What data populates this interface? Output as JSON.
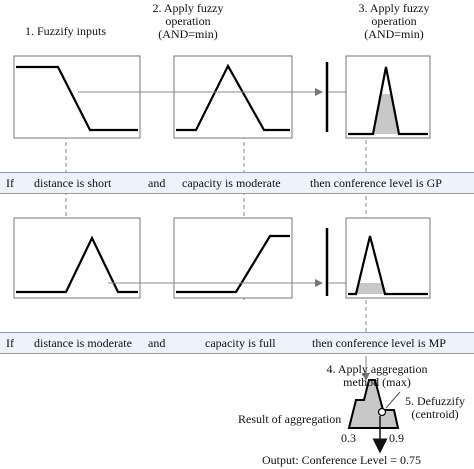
{
  "steps": {
    "fuzzify": "1. Fuzzify inputs",
    "apply_op_line1": "2. Apply fuzzy",
    "apply_op_line2": "operation",
    "apply_op_line3": "(AND=min)",
    "apply_imp_line1": "3. Apply fuzzy",
    "apply_imp_line2": "operation",
    "apply_imp_line3": "(AND=min)",
    "aggregate_line1": "4. Apply aggregation",
    "aggregate_line2": "method (max)",
    "defuzzify_line1": "5. Defuzzify",
    "defuzzify_line2": "(centroid)"
  },
  "rules": [
    {
      "if_word": "If",
      "antecedent1": "distance is short",
      "connector": "and",
      "antecedent2": "capacity is moderate",
      "consequent": "then conference level is GP"
    },
    {
      "if_word": "If",
      "antecedent1": "distance is moderate",
      "connector": "and",
      "antecedent2": "capacity is full",
      "consequent": "then conference level is MP"
    }
  ],
  "aggregation": {
    "result_label": "Result of aggregation",
    "x_left": "0.3",
    "x_right": "0.9",
    "output_label": "Output: Conference Level = 0.75"
  },
  "colors": {
    "fill": "#c8c8c8",
    "rule_bg": "#eef2fa",
    "rule_border": "#8a9ab8",
    "guide": "#888888"
  }
}
